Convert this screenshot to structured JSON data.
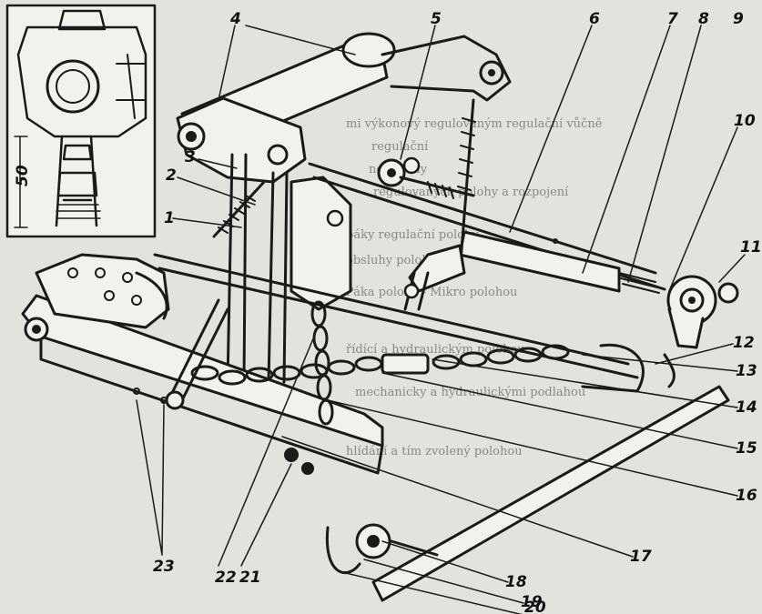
{
  "callouts": [
    "1",
    "2",
    "3",
    "4",
    "5",
    "6",
    "7",
    "8",
    "9",
    "10",
    "11",
    "12",
    "13",
    "14",
    "15",
    "16",
    "17",
    "18",
    "19",
    "20",
    "21",
    "22",
    "23"
  ],
  "inset": {
    "dimension": "50"
  },
  "background_text": [
    "mi výkonový regulovaným regulační vůčně",
    "regulační",
    "ne polohy",
    "regulovaných polohy a rozpojení",
    "páky regulační polohy",
    "obsluhy polohy",
    "Páka polohy - Mikro polohou",
    "řídící a hydraulickým polohou",
    "mechanicky a hydraulickými podlahou",
    "hlídání a tím zvolený polohou"
  ]
}
